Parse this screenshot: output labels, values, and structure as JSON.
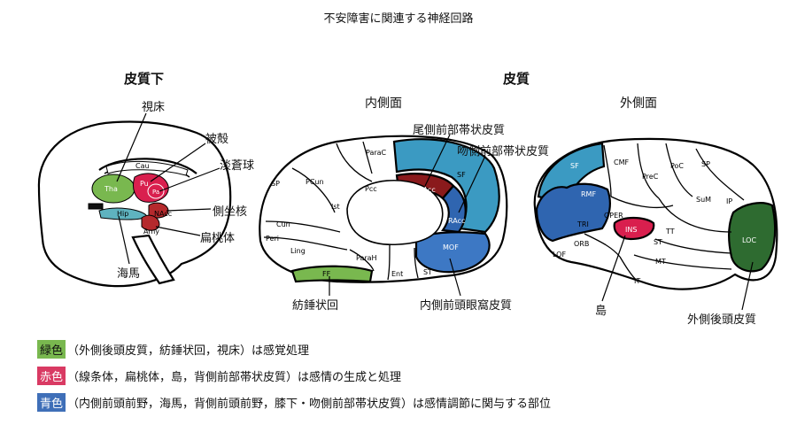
{
  "title": "不安障害に関連する神経回路",
  "sections": {
    "subcortical": "皮質下",
    "cortex": "皮質",
    "medial": "内側面",
    "lateral": "外側面"
  },
  "callouts": {
    "thalamus": "視床",
    "putamen": "被殻",
    "pallidum": "淡蒼球",
    "nacc": "側坐核",
    "amygdala": "扁桃体",
    "hippocampus": "海馬",
    "cacc": "尾側前部帯状皮質",
    "racc": "吻側前部帯状皮質",
    "fusiform": "紡錘状回",
    "mofc": "内側前頭眼窩皮質",
    "insula": "島",
    "loc": "外側後頭皮質"
  },
  "region_labels": {
    "subcortical": {
      "cau": "Cau",
      "tha": "Tha",
      "pu": "Pu",
      "pa": "Pa",
      "nacc": "NAcc",
      "hip": "Hip",
      "amy": "Amy"
    },
    "medial": {
      "parac": "ParaC",
      "sp": "SP",
      "pcun": "PCun",
      "pcc": "Pcc",
      "cacc": "CAcc",
      "sf": "SF",
      "cun": "Cun",
      "ist": "Ist",
      "racc": "RAcc",
      "peri": "Peri",
      "ling": "Ling",
      "mof": "MOF",
      "parah": "ParaH",
      "ff": "FF",
      "ent": "Ent",
      "st": "ST"
    },
    "lateral": {
      "sf": "SF",
      "cmf": "CMF",
      "prec": "PreC",
      "poc": "PoC",
      "sp": "SP",
      "rmf": "RMF",
      "sum": "SuM",
      "ip": "IP",
      "oper": "OPER",
      "tri": "TRI",
      "ins": "INS",
      "tt": "TT",
      "orb": "ORB",
      "st": "ST",
      "lof": "LOF",
      "mt": "MT",
      "it": "IT",
      "loc": "LOC"
    }
  },
  "legend": [
    {
      "label": "緑色",
      "text": "（外側後頭皮質，紡錘状回，視床）は感覚処理",
      "color": "#79b84f"
    },
    {
      "label": "赤色",
      "text": "（線条体，扁桃体，島，背側前部帯状皮質）は感情の生成と処理",
      "color": "#d93a63"
    },
    {
      "label": "青色",
      "text": "（内側前頭前野，海馬，背側前頭前野，膝下・吻側前部帯状皮質）は感情調節に関与する部位",
      "color": "#3f6fb8"
    }
  ],
  "colors": {
    "green": "#79b84f",
    "dark_green": "#2e6b30",
    "red": "#d91f4e",
    "dark_red": "#8a1a1c",
    "blue": "#2f65b0",
    "light_blue": "#3b9ac2",
    "teal": "#5fb3bf"
  }
}
